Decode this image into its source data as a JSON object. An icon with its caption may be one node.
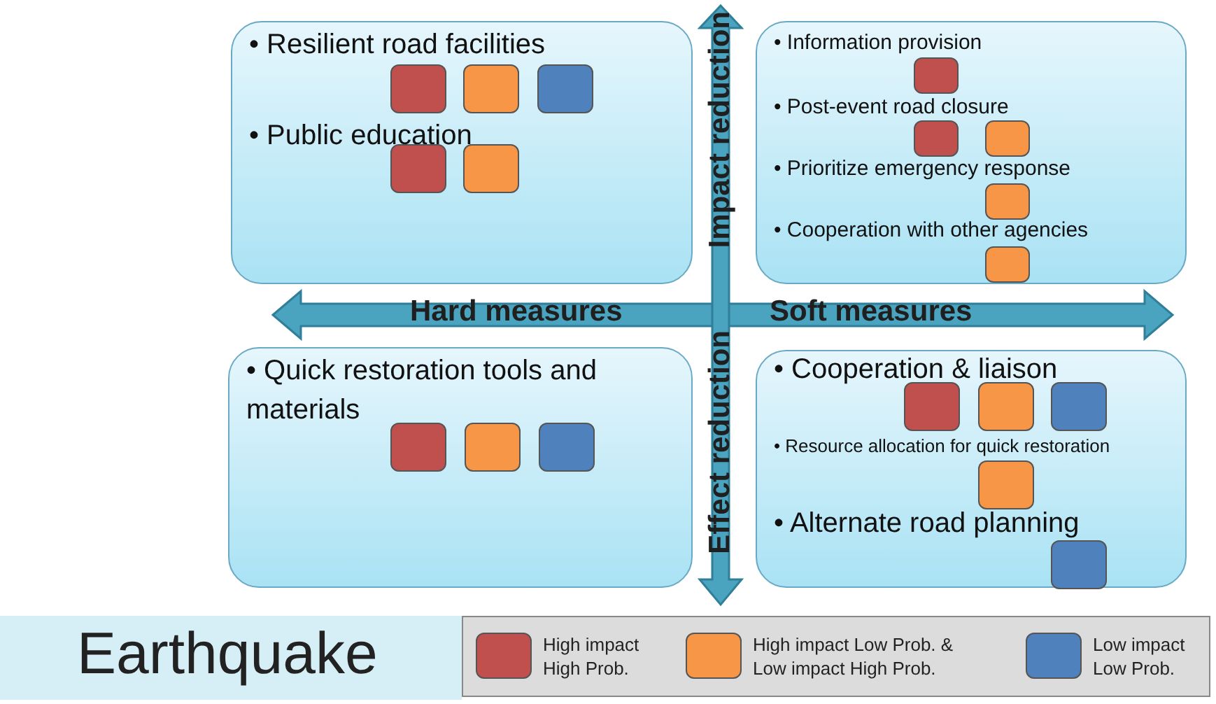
{
  "diagram": {
    "title": "Earthquake",
    "nodes": [
      {
        "text": [
          "• Resilient road facilities",
          "• Public education"
        ]
      },
      {
        "text": [],
        "shape": "box",
        "in": 0
      },
      {
        "text": [],
        "shape": "box",
        "in": 0
      },
      {
        "text": [],
        "shape": "box",
        "in": 0
      },
      {
        "text": [],
        "shape": "box",
        "in": 0
      },
      {
        "text": [],
        "shape": "box",
        "in": 0
      },
      {
        "text": [
          "• Information provision",
          "• Post-event road closure",
          "• Prioritize emergency response",
          "• Cooperation with other agencies"
        ]
      },
      {
        "text": [],
        "shape": "box",
        "in": 6
      },
      {
        "text": [],
        "shape": "box",
        "in": 6
      },
      {
        "text": [],
        "shape": "box",
        "in": 6
      },
      {
        "text": [],
        "shape": "box",
        "in": 6
      },
      {
        "text": [],
        "shape": "box",
        "in": 6
      },
      {
        "text": [
          "• Quick restoration tools and materials"
        ]
      },
      {
        "text": [],
        "shape": "box",
        "in": 12
      },
      {
        "text": [],
        "shape": "box",
        "in": 12
      },
      {
        "text": [],
        "shape": "box",
        "in": 12
      },
      {
        "text": [
          "• Cooperation & liaison",
          "• Resource allocation for quick restoration",
          "• Alternate road planning"
        ]
      },
      {
        "text": [],
        "shape": "box",
        "in": 16
      },
      {
        "text": [],
        "shape": "box",
        "in": 16
      },
      {
        "text": [],
        "shape": "box",
        "in": 16
      },
      {
        "text": [],
        "shape": "box",
        "in": 16
      },
      {
        "text": [],
        "shape": "box",
        "in": 16
      }
    ],
    "edges": [],
    "labels": [
      "Impact reduction",
      "Hard measures",
      "Soft measures",
      "Effect reduction"
    ],
    "legend": [
      {
        "text": "High impact High Prob.",
        "color": "#c0504d"
      },
      {
        "text": "High impact Low Prob. & Low impact High Prob.",
        "color": "#f79646"
      },
      {
        "text": "Low impact Low Prob.",
        "color": "#4f81bd"
      }
    ]
  }
}
